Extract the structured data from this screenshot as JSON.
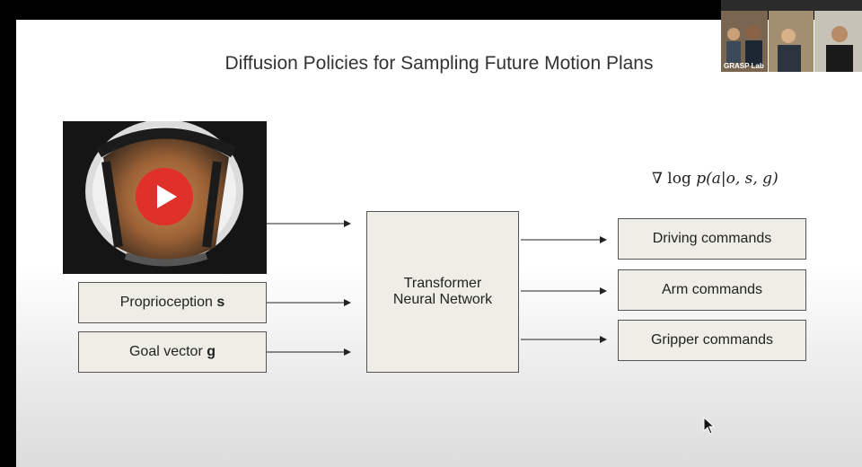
{
  "slide": {
    "title": "Diffusion Policies for Sampling Future Motion Plans",
    "inputs": [
      {
        "label": "Proprioception",
        "var": "s"
      },
      {
        "label": "Goal vector",
        "var": "g"
      }
    ],
    "model": {
      "line1": "Transformer",
      "line2": "Neural Network"
    },
    "formula": {
      "prefix": "∇ log",
      "expr": "p(a|o, s, g)"
    },
    "outputs": [
      "Driving commands",
      "Arm commands",
      "Gripper commands"
    ],
    "video": {
      "icon": "play-icon"
    }
  },
  "video_call": {
    "label": "GRASP Lab"
  },
  "colors": {
    "box_fill": "#eeeee6",
    "play_button": "#e0302a"
  }
}
